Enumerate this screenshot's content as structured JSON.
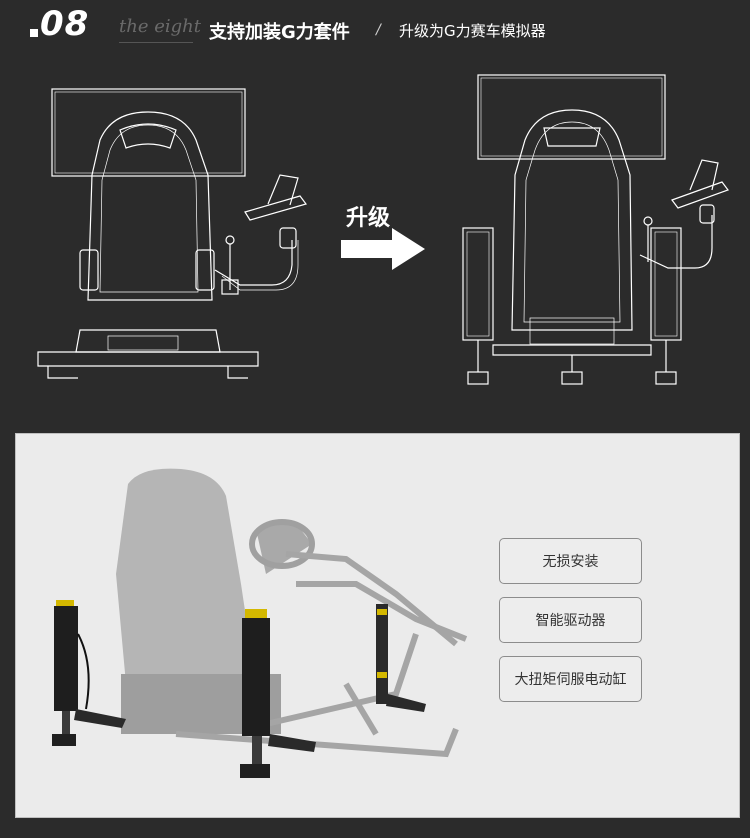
{
  "header": {
    "number": "08",
    "subtitle": "the eight",
    "title": "支持加装G力套件",
    "separator": "/",
    "title_secondary": "升级为G力赛车模拟器"
  },
  "illustration": {
    "upgrade_label": "升级"
  },
  "features": [
    {
      "label": "无损安装"
    },
    {
      "label": "智能驱动器"
    },
    {
      "label": "大扭矩伺服电动缸"
    }
  ],
  "colors": {
    "background": "#2b2b2b",
    "panel": "#ebebeb",
    "line_art": "#ffffff",
    "accent_yellow": "#e0c000"
  }
}
